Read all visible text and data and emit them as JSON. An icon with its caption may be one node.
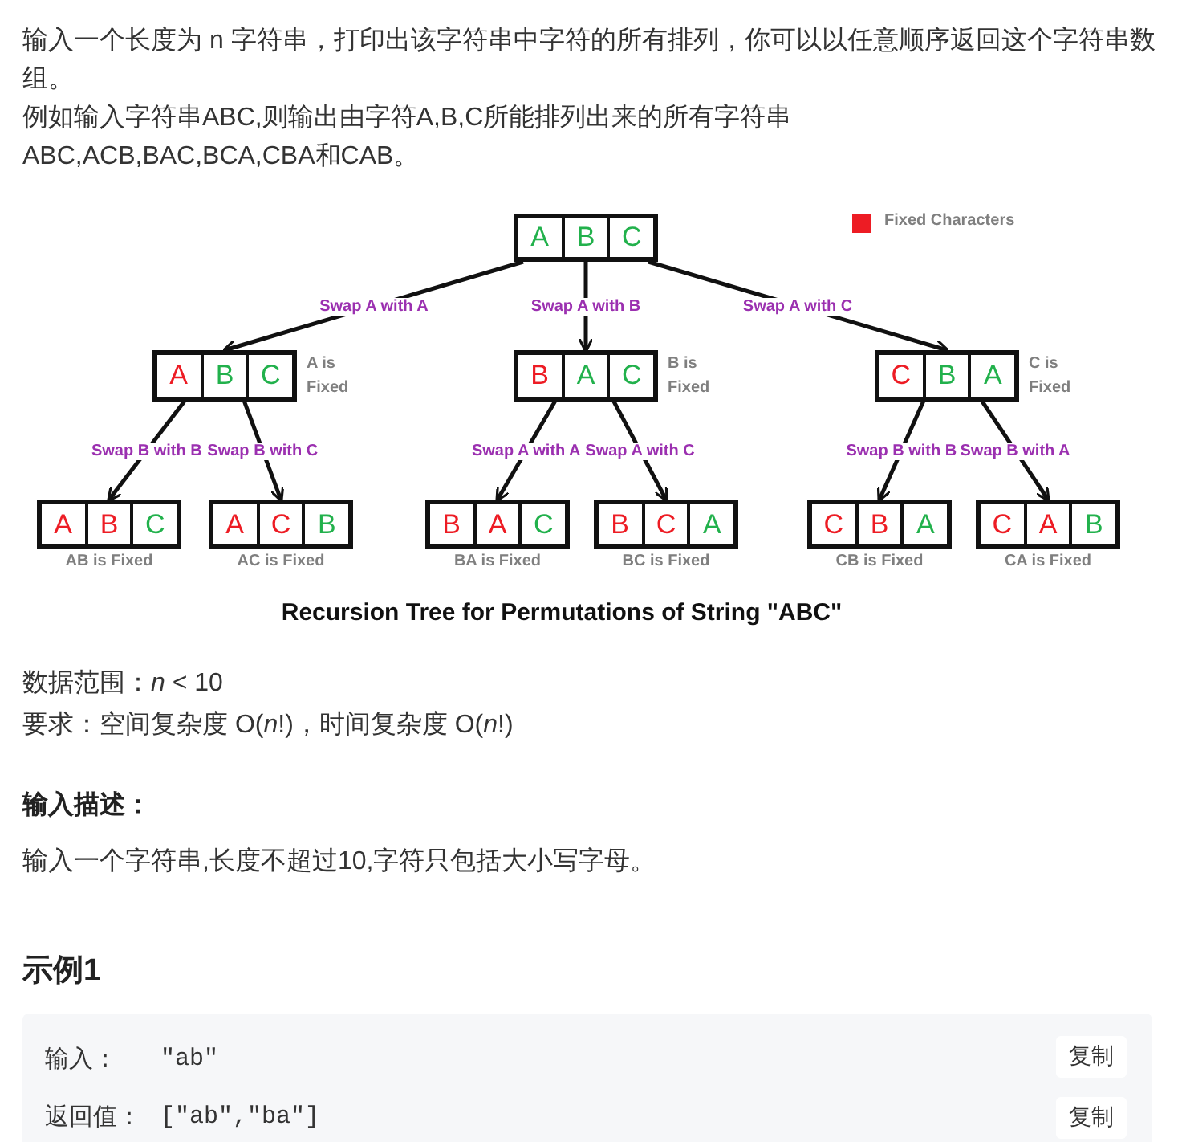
{
  "diagram": {
    "caption": "Recursion Tree for Permutations of String \"ABC\"",
    "nodes": [
      {
        "text": [
          "A",
          "B",
          "C"
        ]
      },
      {
        "text": [
          "A",
          "B",
          "C"
        ],
        "beside": [
          "A is Fixed"
        ]
      },
      {
        "text": [
          "B",
          "A",
          "C"
        ],
        "beside": [
          "B is Fixed"
        ]
      },
      {
        "text": [
          "C",
          "B",
          "A"
        ],
        "beside": [
          "C is Fixed"
        ]
      },
      {
        "text": [
          "A",
          "B",
          "C"
        ],
        "beside": [
          "AB is Fixed"
        ]
      },
      {
        "text": [
          "A",
          "C",
          "B"
        ],
        "beside": [
          "AC is Fixed"
        ]
      },
      {
        "text": [
          "B",
          "A",
          "C"
        ],
        "beside": [
          "BA is Fixed"
        ]
      },
      {
        "text": [
          "B",
          "C",
          "A"
        ],
        "beside": [
          "BC is Fixed"
        ]
      },
      {
        "text": [
          "C",
          "B",
          "A"
        ],
        "beside": [
          "CB is Fixed"
        ]
      },
      {
        "text": [
          "C",
          "A",
          "B"
        ],
        "beside": [
          "CA is Fixed"
        ]
      }
    ],
    "edges": [
      {
        "from": 0,
        "to": 1,
        "arrow": "to",
        "label": "Swap A with A"
      },
      {
        "from": 0,
        "to": 2,
        "arrow": "to",
        "label": "Swap A with B"
      },
      {
        "from": 0,
        "to": 3,
        "arrow": "to",
        "label": "Swap A with C"
      },
      {
        "from": 1,
        "to": 4,
        "arrow": "to",
        "label": "Swap B with B"
      },
      {
        "from": 1,
        "to": 5,
        "arrow": "to",
        "label": "Swap B with C"
      },
      {
        "from": 2,
        "to": 6,
        "arrow": "to",
        "label": "Swap A with A"
      },
      {
        "from": 2,
        "to": 7,
        "arrow": "to",
        "label": "Swap A with C"
      },
      {
        "from": 3,
        "to": 8,
        "arrow": "to",
        "label": "Swap B with B"
      },
      {
        "from": 3,
        "to": 9,
        "arrow": "to",
        "label": "Swap B with A"
      }
    ],
    "labels": [
      "输入一个长度为 n 字符串，打印出该字符串中字符的所有排列，你可以以任意顺序返回这个字符串数组。",
      "例如输入字符串ABC,则输出由字符A,B,C所能排列出来的所有字符串ABC,ACB,BAC,BCA,CBA和CAB。",
      "数据范围：*n* < 10",
      "要求：空间复杂度 O(*n*!)，时间复杂度 O(*n*!)",
      "输入描述：",
      "输入一个字符串,长度不超过10,字符只包括大小写字母。",
      "示例1",
      "输入：",
      "\"ab\"",
      "复制",
      "返回值：",
      "[\"ab\",\"ba\"]",
      "复制"
    ],
    "legend": [
      {
        "text": "Fixed Characters",
        "color": "#ed1c24"
      }
    ]
  }
}
